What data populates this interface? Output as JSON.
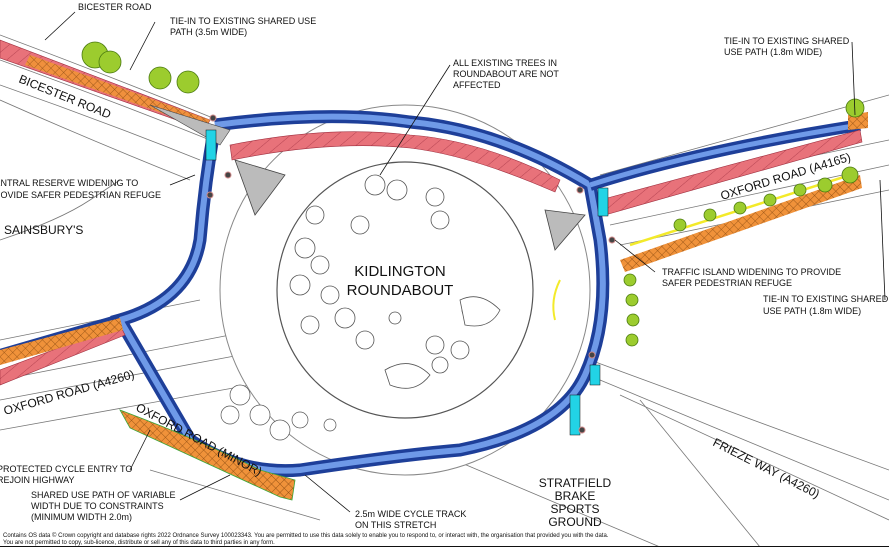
{
  "title": "KIDLINGTON ROUNDABOUT",
  "title_line1": "KIDLINGTON",
  "title_line2": "ROUNDABOUT",
  "roads": {
    "bicester": "BICESTER ROAD",
    "oxford_a4165": "OXFORD ROAD (A4165)",
    "oxford_a4260": "OXFORD ROAD (A4260)",
    "oxford_minor": "OXFORD ROAD (MINOR)",
    "frieze_way": "FRIEZE WAY (A4260)",
    "bicester_top_partial": "BICESTER ROAD"
  },
  "places": {
    "sainsburys": "SAINSBURY'S",
    "stratfield": [
      "STRATFIELD",
      "BRAKE",
      "SPORTS",
      "GROUND"
    ]
  },
  "annotations": {
    "tie_in_35": [
      "TIE-IN TO EXISTING SHARED USE",
      "PATH (3.5m WIDE)"
    ],
    "trees": [
      "ALL EXISTING TREES IN",
      "ROUNDABOUT ARE NOT",
      "AFFECTED"
    ],
    "tie_in_18_top": [
      "TIE-IN TO EXISTING SHARED",
      "USE PATH (1.8m WIDE)"
    ],
    "central_reserve": [
      "CENTRAL RESERVE WIDENING TO",
      "PROVIDE SAFER PEDESTRIAN REFUGE"
    ],
    "traffic_island": [
      "TRAFFIC ISLAND WIDENING TO PROVIDE",
      "SAFER PEDESTRIAN REFUGE"
    ],
    "tie_in_18_right": [
      "TIE-IN TO EXISTING SHARED",
      "USE PATH (1.8m WIDE)"
    ],
    "protected_cycle": [
      "PROTECTED CYCLE ENTRY TO",
      "REJOIN HIGHWAY"
    ],
    "shared_use_variable": [
      "SHARED USE PATH OF VARIABLE",
      "WIDTH DUE TO CONSTRAINTS",
      "(MINIMUM WIDTH 2.0m)"
    ],
    "cycle_track": [
      "2.5m WIDE CYCLE TRACK",
      "ON THIS STRETCH"
    ]
  },
  "copyright": [
    "Contains OS data © Crown copyright and database rights 2022 Ordnance Survey 100023343. You are permitted to use this data solely to enable you to respond to, or interact with, the organisation that provided you with the data.",
    "You are not permitted to copy, sub-licence, distribute or sell any of this data to third parties in any form."
  ],
  "colors": {
    "cycle_track": "#2f5fc8",
    "cycle_track_light": "#6f9ae8",
    "footway_red": "#e8727a",
    "shared_orange": "#f0923a",
    "tree_green": "#9ccc2e",
    "crossing_cyan": "#22d3e6",
    "verge_green": "#3aa63a"
  }
}
